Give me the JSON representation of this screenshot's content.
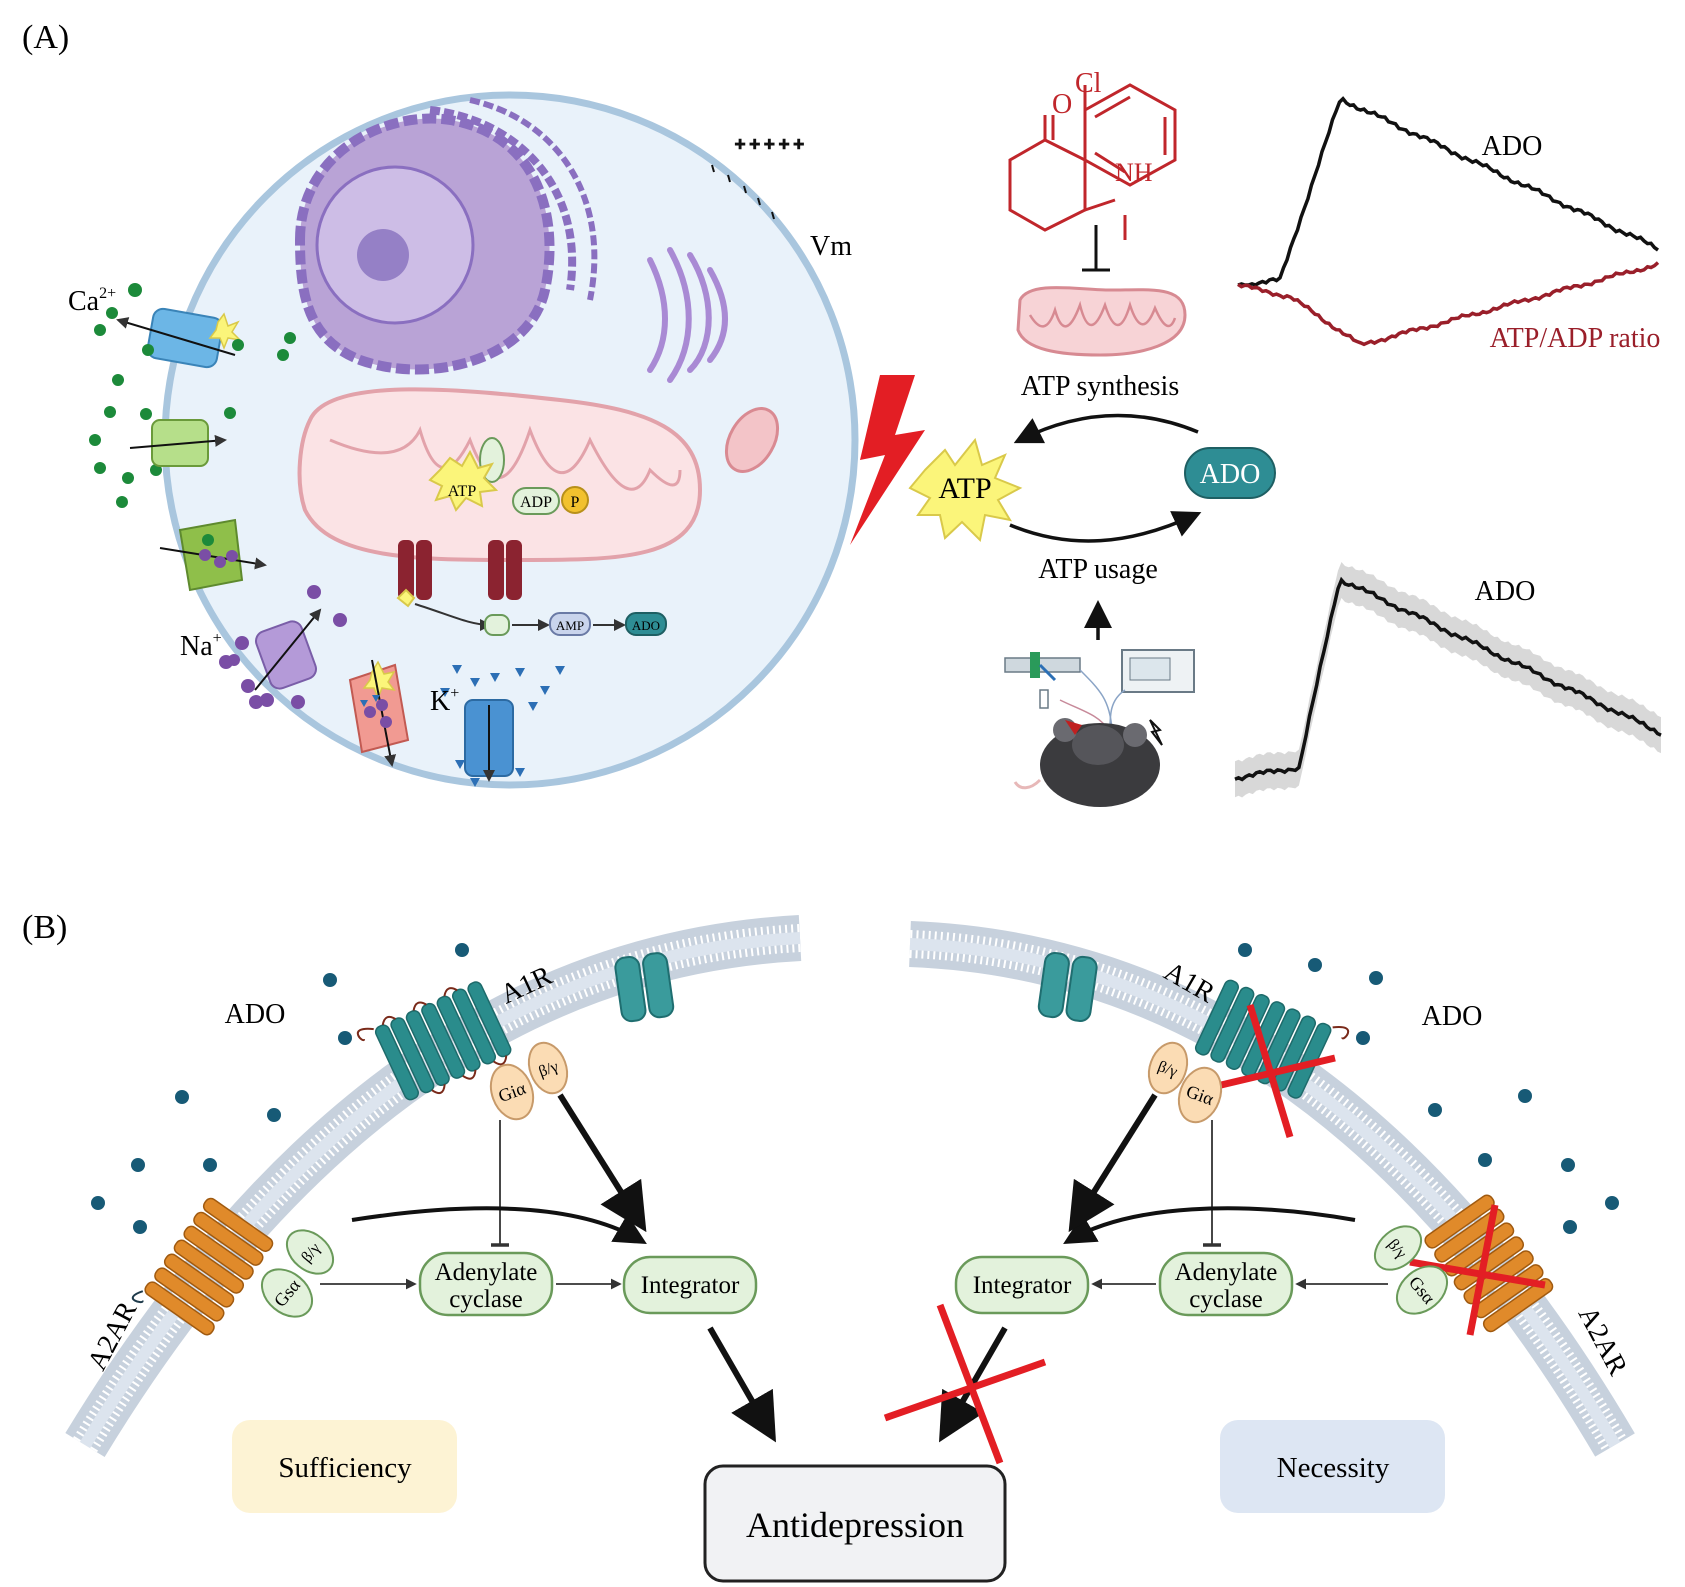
{
  "panel_a": {
    "label": "(A)",
    "cell": {
      "vm": "Vm",
      "ca": "Ca",
      "ca_sup": "2+",
      "na": "Na",
      "na_sup": "+",
      "k": "K",
      "k_sup": "+",
      "mito_atp": "ATP",
      "mito_adp": "ADP",
      "mito_p": "P",
      "amp": "AMP",
      "ado_small": "ADO"
    },
    "molecule": {
      "cl": "Cl",
      "o": "O",
      "nh": "NH"
    },
    "cycle": {
      "synthesis": "ATP synthesis",
      "atp": "ATP",
      "ado": "ADO",
      "usage": "ATP usage"
    },
    "trace_top": {
      "ado": "ADO",
      "ratio": "ATP/ADP ratio"
    },
    "trace_bottom": {
      "ado": "ADO"
    }
  },
  "panel_b": {
    "label": "(B)",
    "left": {
      "ado": "ADO",
      "a1r": "A1R",
      "a2ar": "A2AR",
      "gi": "Giα",
      "gs": "Gsα",
      "bg": "β/γ",
      "adenylate": "Adenylate",
      "cyclase": "cyclase",
      "integrator": "Integrator",
      "caption": "Sufficiency"
    },
    "right": {
      "ado": "ADO",
      "a1r": "A1R",
      "a2ar": "A2AR",
      "gi": "Giα",
      "gs": "Gsα",
      "bg": "β/γ",
      "adenylate": "Adenylate",
      "cyclase": "cyclase",
      "integrator": "Integrator",
      "caption": "Necessity"
    },
    "outcome": "Antidepression"
  },
  "colors": {
    "membrane": "#b9c5d3",
    "teal": "#2a8c8c",
    "orange": "#e08a2a",
    "red_cross": "#e31e24",
    "molecule": "#c0262b",
    "ratio_trace": "#9a1f2a",
    "box_fill": "#e3f2dc",
    "sufficiency_bg": "#fdf3d4",
    "necessity_bg": "#dde6f3"
  }
}
